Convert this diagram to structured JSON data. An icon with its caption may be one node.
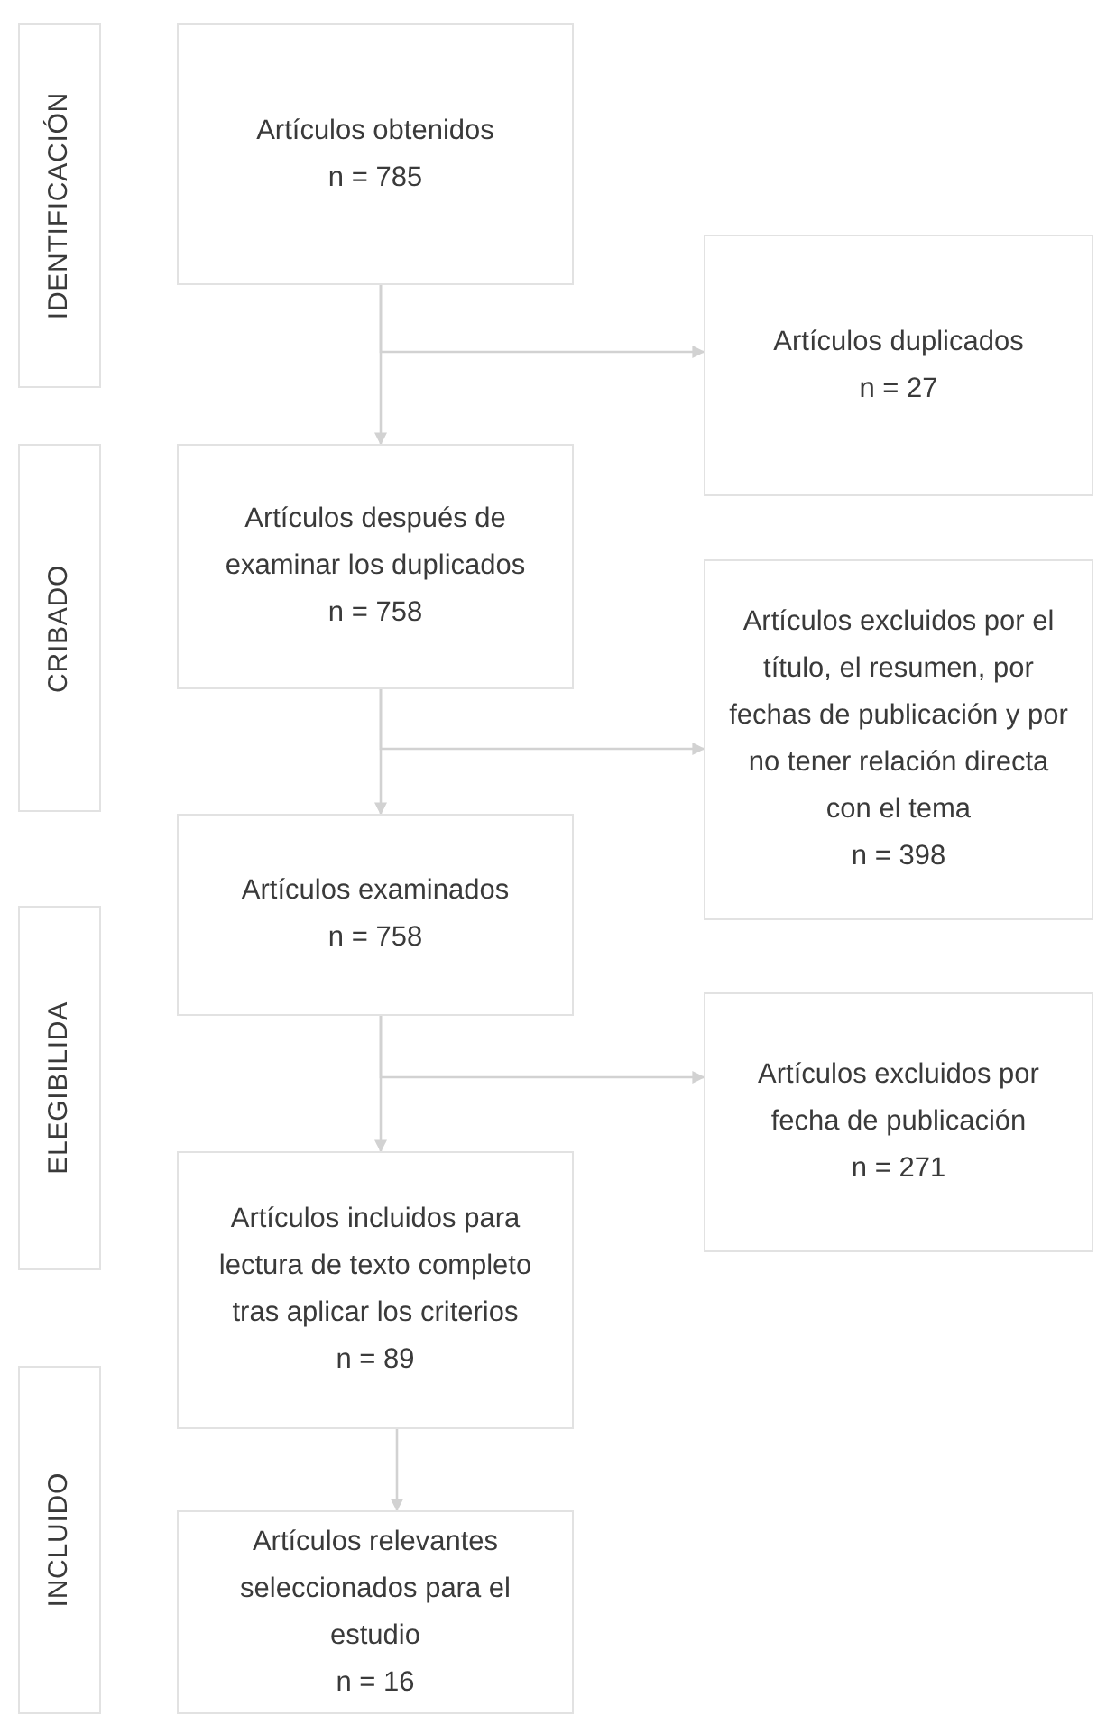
{
  "diagram": {
    "nodes": [
      {
        "text": [
          "IDENTIFICACIÓN"
        ]
      },
      {
        "text": [
          "CRIBADO"
        ]
      },
      {
        "text": [
          "ELEGIBILIDA"
        ]
      },
      {
        "text": [
          "INCLUIDO"
        ]
      },
      {
        "text": [
          "Artículos obtenidos",
          "n = 785"
        ]
      },
      {
        "text": [
          "Artículos después de examinar los duplicados",
          "n = 758"
        ]
      },
      {
        "text": [
          "Artículos examinados",
          "n = 758"
        ]
      },
      {
        "text": [
          "Artículos incluidos para lectura de texto completo tras aplicar los criterios",
          "n = 89"
        ]
      },
      {
        "text": [
          "Artículos relevantes seleccionados para el estudio",
          "n = 16"
        ]
      },
      {
        "text": [
          "Artículos duplicados",
          "n = 27"
        ]
      },
      {
        "text": [
          "Artículos excluidos por el título, el resumen, por fechas de publicación y por no tener relación directa con el tema",
          "n = 398"
        ]
      },
      {
        "text": [
          "Artículos excluidos por fecha de publicación",
          "n = 271"
        ]
      }
    ],
    "edges": [
      {
        "from": 4,
        "to": 5,
        "arrow": "to"
      },
      {
        "from": 4,
        "to": 9,
        "arrow": "to"
      },
      {
        "from": 5,
        "to": 6,
        "arrow": "to"
      },
      {
        "from": 5,
        "to": 10,
        "arrow": "to"
      },
      {
        "from": 6,
        "to": 7,
        "arrow": "to"
      },
      {
        "from": 6,
        "to": 11,
        "arrow": "to"
      },
      {
        "from": 7,
        "to": 8,
        "arrow": "to"
      }
    ]
  }
}
